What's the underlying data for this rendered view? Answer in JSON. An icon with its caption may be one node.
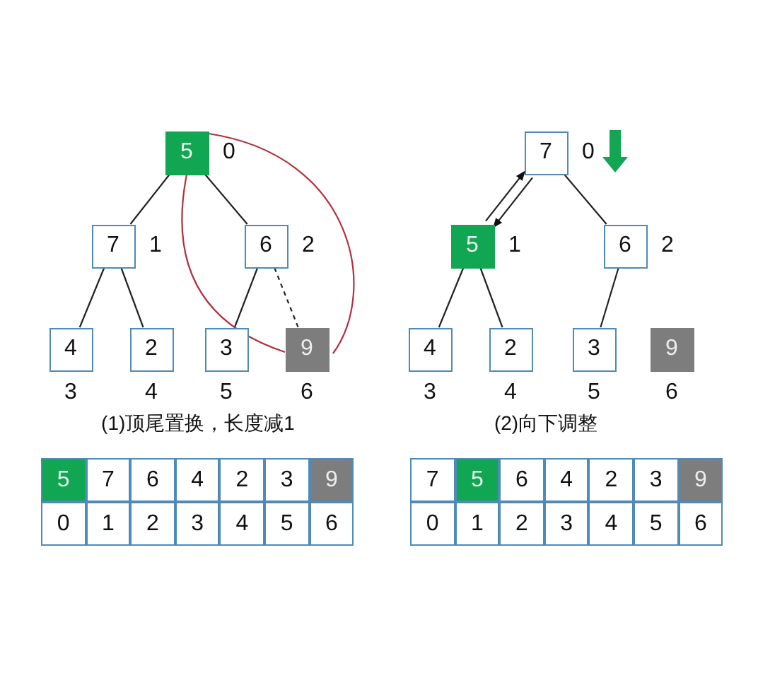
{
  "diagram": {
    "nodes": [
      {
        "text": [
          "5"
        ],
        "beside": [
          "0"
        ]
      },
      {
        "text": [
          "7"
        ],
        "beside": [
          "1"
        ]
      },
      {
        "text": [
          "6"
        ],
        "beside": [
          "2"
        ]
      },
      {
        "text": [
          "4"
        ],
        "beside": [
          "3"
        ]
      },
      {
        "text": [
          "2"
        ],
        "beside": [
          "4"
        ]
      },
      {
        "text": [
          "3"
        ],
        "beside": [
          "5"
        ]
      },
      {
        "text": [
          "9"
        ],
        "beside": [
          "6"
        ]
      },
      {
        "text": [
          "7"
        ],
        "beside": [
          "0"
        ]
      },
      {
        "text": [
          "5"
        ],
        "beside": [
          "1"
        ]
      },
      {
        "text": [
          "6"
        ],
        "beside": [
          "2"
        ]
      },
      {
        "text": [
          "4"
        ],
        "beside": [
          "3"
        ]
      },
      {
        "text": [
          "2"
        ],
        "beside": [
          "4"
        ]
      },
      {
        "text": [
          "3"
        ],
        "beside": [
          "5"
        ]
      },
      {
        "text": [
          "9"
        ],
        "beside": [
          "6"
        ]
      }
    ],
    "edges": [
      {
        "from": 0,
        "to": 1,
        "arrow": "none"
      },
      {
        "from": 0,
        "to": 2,
        "arrow": "none"
      },
      {
        "from": 1,
        "to": 3,
        "arrow": "none"
      },
      {
        "from": 1,
        "to": 4,
        "arrow": "none"
      },
      {
        "from": 2,
        "to": 5,
        "arrow": "none"
      },
      {
        "from": 2,
        "to": 6,
        "arrow": "none",
        "style": "dashed"
      },
      {
        "from": 0,
        "to": 6,
        "arrow": "none",
        "color": "#b5303c"
      },
      {
        "from": 0,
        "to": 6,
        "arrow": "none",
        "color": "#b5303c"
      },
      {
        "from": 8,
        "to": 7,
        "arrow": "to"
      },
      {
        "from": 7,
        "to": 8,
        "arrow": "to"
      },
      {
        "from": 7,
        "to": 9,
        "arrow": "none"
      },
      {
        "from": 8,
        "to": 10,
        "arrow": "none"
      },
      {
        "from": 8,
        "to": 11,
        "arrow": "none"
      },
      {
        "from": 9,
        "to": 12,
        "arrow": "none"
      }
    ],
    "labels": [
      "(1)顶尾置换，长度减1",
      "(2)向下调整",
      "5",
      "7",
      "6",
      "4",
      "2",
      "3",
      "9",
      "0",
      "1",
      "2",
      "3",
      "4",
      "5",
      "6",
      "7",
      "5",
      "6",
      "4",
      "2",
      "3",
      "9",
      "0",
      "1",
      "2",
      "3",
      "4",
      "5",
      "6"
    ]
  }
}
